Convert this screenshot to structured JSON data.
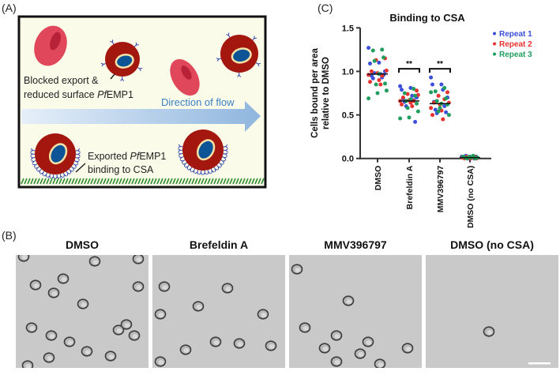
{
  "panel_labels": {
    "a": "(A)",
    "b": "(B)",
    "c": "(C)"
  },
  "schematic": {
    "blocked_line1": "Blocked export &",
    "blocked_line2_pre": "reduced surface ",
    "blocked_line2_italic": "Pf",
    "blocked_line2_post": "EMP1",
    "flow": "Direction of flow",
    "exported_line1_pre": "Exported ",
    "exported_line1_italic": "Pf",
    "exported_line1_post": "EMP1",
    "exported_line2": "binding to CSA"
  },
  "micrographs": [
    {
      "title": "DMSO"
    },
    {
      "title": "Brefeldin A"
    },
    {
      "title": "MMV396797"
    },
    {
      "title": "DMSO (no CSA)"
    }
  ],
  "chart_data": {
    "type": "scatter",
    "title": "Binding to CSA",
    "ylabel": "Cells bound per area relative to DMSO",
    "xlabel": "",
    "categories": [
      "DMSO",
      "Brefeldin A",
      "MMV396797",
      "DMSO (no CSA)"
    ],
    "ylim": [
      0,
      1.5
    ],
    "yticks": [
      "0.0",
      "0.5",
      "1.0",
      "1.5"
    ],
    "legend_position": "top-right",
    "medians": [
      0.97,
      0.66,
      0.63,
      0.01
    ],
    "significance": [
      {
        "category": "Brefeldin A",
        "label": "**"
      },
      {
        "category": "MMV396797",
        "label": "**"
      }
    ],
    "series": [
      {
        "name": "Repeat 1",
        "color": "#3b4fd8",
        "values": [
          [
            1.27,
            1.1,
            1.09,
            0.97,
            0.95,
            0.93,
            0.92,
            0.96,
            0.98,
            1.0
          ],
          [
            0.83,
            0.81,
            0.79,
            0.72,
            0.69,
            0.67,
            0.65,
            0.42,
            0.6,
            0.7
          ],
          [
            0.93,
            0.85,
            0.85,
            0.79,
            0.65,
            0.6,
            0.56,
            0.53,
            0.52,
            0.7
          ],
          [
            0.02,
            0.01,
            0.03,
            0.0,
            0.02,
            0.01,
            0.0,
            0.02
          ]
        ]
      },
      {
        "name": "Repeat 2",
        "color": "#e8322e",
        "values": [
          [
            1.15,
            1.13,
            1.01,
            0.98,
            0.96,
            0.9,
            0.88,
            0.85,
            1.0,
            0.95
          ],
          [
            0.78,
            0.74,
            0.73,
            0.67,
            0.66,
            0.64,
            0.62,
            0.6,
            0.7,
            0.66
          ],
          [
            0.76,
            0.72,
            0.64,
            0.62,
            0.58,
            0.55,
            0.5,
            0.45,
            0.64,
            0.68
          ],
          [
            0.01,
            0.0,
            0.02,
            0.01,
            0.0,
            0.01,
            0.02,
            0.0
          ]
        ]
      },
      {
        "name": "Repeat 3",
        "color": "#1f9e5e",
        "values": [
          [
            1.25,
            1.24,
            1.16,
            1.12,
            0.86,
            0.85,
            0.78,
            0.75,
            0.69,
            0.97
          ],
          [
            0.8,
            0.75,
            0.72,
            0.66,
            0.63,
            0.58,
            0.54,
            0.47,
            0.46,
            0.68
          ],
          [
            0.81,
            0.77,
            0.69,
            0.66,
            0.62,
            0.54,
            0.5,
            0.58,
            0.76,
            0.63
          ],
          [
            0.02,
            0.01,
            0.0,
            0.02,
            0.01,
            0.03,
            0.0,
            0.01
          ]
        ]
      }
    ]
  }
}
